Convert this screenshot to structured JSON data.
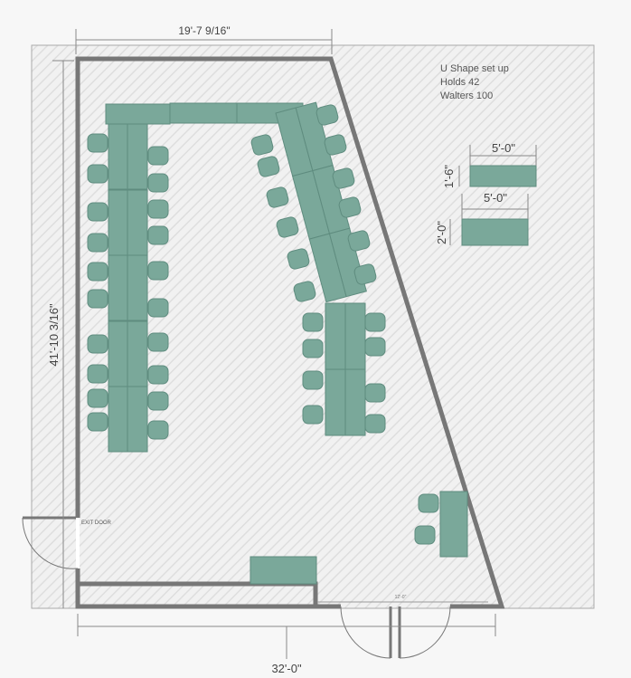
{
  "notes": {
    "line1": "U Shape set up",
    "line2": "Holds 42",
    "line3": "Walters 100"
  },
  "dimensions": {
    "top_width": "19'-7 9/16\"",
    "left_height": "41'-10 3/16\"",
    "bottom_width": "32'-0\"",
    "door_opening": "12'-0\"",
    "legend_small_width": "5'-0\"",
    "legend_small_depth": "1'-6\"",
    "legend_large_width": "5'-0\"",
    "legend_large_depth": "2'-0\""
  },
  "labels": {
    "exit_door": "EXIT DOOR"
  },
  "colors": {
    "table": "#7aa89a",
    "wall": "#777777",
    "floor": "#eeeeee"
  }
}
